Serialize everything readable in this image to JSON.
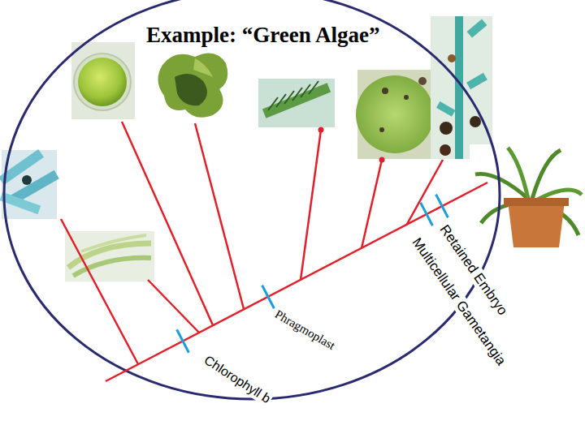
{
  "diagram": {
    "title": "Example: “Green Algae”",
    "labels": [
      "Chlorophyll b",
      "Phragmoplast",
      "Multicellular Gametangia",
      "Retained Embryo"
    ]
  }
}
